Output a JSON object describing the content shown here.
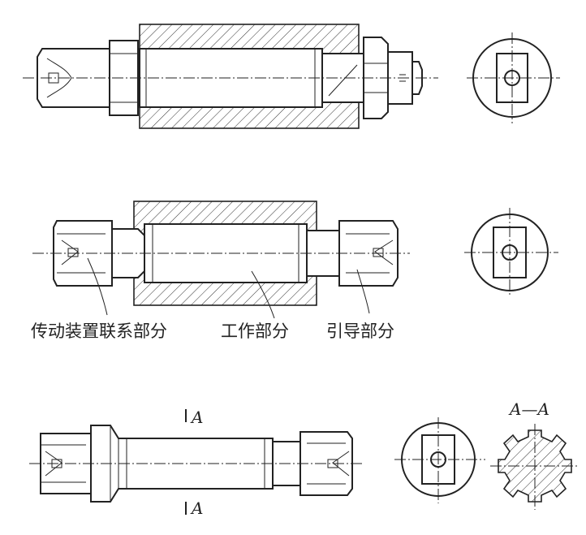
{
  "labels": {
    "transmission_connection": "传动装置联系部分",
    "working_part": "工作部分",
    "guide_part": "引导部分"
  },
  "section": {
    "top_mark": "A",
    "bottom_mark": "A",
    "view_title": "A—A"
  }
}
